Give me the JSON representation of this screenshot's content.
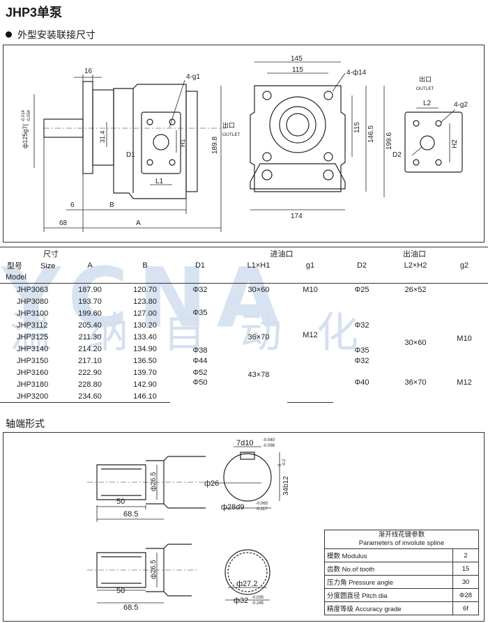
{
  "header": {
    "title": "JHP3单泵",
    "subtitle": "外型安装联接尺寸"
  },
  "drawing1": {
    "dims": {
      "d16": "16",
      "g1": "4-g1",
      "shaft_dia": "ф125g7(",
      "shaft_tol_a": "-0.014",
      "shaft_tol_b": "-0.054",
      "d314": "31.4",
      "D1": "D1",
      "H1": "H1",
      "L1": "L1",
      "d1898": "189.8",
      "d6": "6",
      "B": "B",
      "d68": "68",
      "A": "A",
      "d145": "145",
      "d115": "115",
      "holes": "4-ф14",
      "d1465": "146.5",
      "d115v": "115",
      "d1996": "199.6",
      "d174": "174",
      "L2": "L2",
      "g2": "4-g2",
      "D2": "D2",
      "H2": "H2"
    },
    "outlet_cn": "出口",
    "outlet_en": "OUTLET"
  },
  "table": {
    "header": {
      "model_cn": "型号",
      "model_en": "Model",
      "size_cn": "尺寸",
      "size_en": "Size",
      "A": "A",
      "B": "B",
      "inlet": "进油口",
      "outlet": "出油口",
      "D1": "D1",
      "L1H1": "L1×H1",
      "g1": "g1",
      "D2": "D2",
      "L2H2": "L2×H2",
      "g2": "g2"
    },
    "rows": [
      {
        "model": "JHP3063",
        "A": "187.90",
        "B": "120.70"
      },
      {
        "model": "JHP3080",
        "A": "193.70",
        "B": "123.80"
      },
      {
        "model": "JHP3100",
        "A": "199.60",
        "B": "127.00"
      },
      {
        "model": "JHP3112",
        "A": "205.40",
        "B": "130.20"
      },
      {
        "model": "JHP3125",
        "A": "211.30",
        "B": "133.40"
      },
      {
        "model": "JHP3140",
        "A": "214.20",
        "B": "134.90"
      },
      {
        "model": "JHP3150",
        "A": "217.10",
        "B": "136.50"
      },
      {
        "model": "JHP3160",
        "A": "222.90",
        "B": "139.70"
      },
      {
        "model": "JHP3180",
        "A": "228.80",
        "B": "142.90"
      },
      {
        "model": "JHP3200",
        "A": "234.60",
        "B": "146.10"
      }
    ],
    "merged": {
      "D1_32": "Φ32",
      "D1_35": "Φ35",
      "D1_38": "Φ38",
      "D1_44": "Φ44",
      "D1_52": "Φ52",
      "D1_50": "Φ50",
      "L1H1_30x60": "30×60",
      "L1H1_36x70": "36×70",
      "L1H1_43x78": "43×78",
      "g1_M10": "M10",
      "g1_M12": "M12",
      "D2_25": "Φ25",
      "D2_32a": "Φ32",
      "D2_35": "Φ35",
      "D2_32b": "Φ32",
      "D2_40": "Φ40",
      "L2H2_26x52": "26×52",
      "L2H2_30x60": "30×60",
      "L2H2_36x70": "36×70",
      "g2_M10": "M10",
      "g2_M12": "M12"
    },
    "watermark": {
      "latin": "YCNA",
      "cn": "温纳自动化"
    }
  },
  "shaft": {
    "title": "轴端形式",
    "dims": {
      "d265a": "ф26.5",
      "d50a": "50",
      "d685a": "68.5",
      "key": "7d10",
      "key_tol_a": "-0.040",
      "key_tol_b": "-0.098",
      "d26": "ф26",
      "d28": "ф28d9",
      "d28_tol_a": "-0.065",
      "d28_tol_b": "-0.117",
      "d34": "34b12",
      "d34_tol_a": "0",
      "d34_tol_b": "-0.2",
      "d265b": "ф26.5",
      "d50b": "50",
      "d685b": "68.5",
      "d272": "ф27.2",
      "d32": "ф32",
      "d32_tol_a": "-0.035",
      "d32_tol_b": "-0.245"
    }
  },
  "spline": {
    "title_cn": "渐开线花键参数",
    "title_en": "Parameters of involute spline",
    "rows": [
      {
        "label": "模数 Modulus",
        "value": "2"
      },
      {
        "label": "齿数 No.of tooth",
        "value": "15"
      },
      {
        "label": "压力角 Pressure angle",
        "value": "30"
      },
      {
        "label": "分度圆直径 Pitch dia",
        "value": "Φ28"
      },
      {
        "label": "精度等级 Accuracy grade",
        "value": "6f"
      }
    ]
  }
}
